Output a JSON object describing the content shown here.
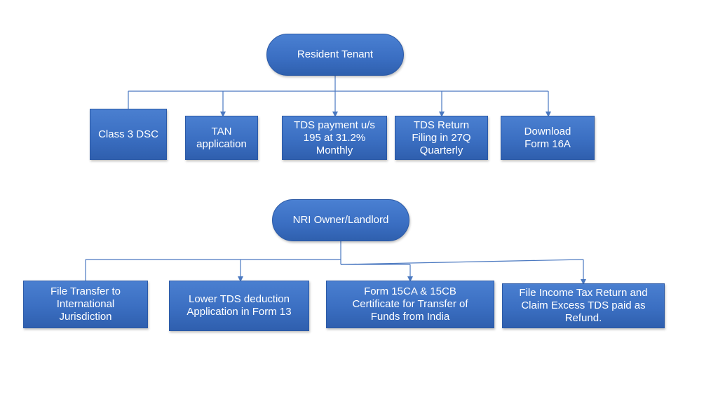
{
  "groups": [
    {
      "root": "Resident Tenant",
      "children": [
        "Class 3 DSC",
        "TAN\napplication",
        "TDS payment u/s\n195 at 31.2%\nMonthly",
        "TDS Return\nFiling in 27Q\nQuarterly",
        "Download\nForm 16A"
      ]
    },
    {
      "root": "NRI Owner/Landlord",
      "children": [
        "File Transfer to\nInternational\nJurisdiction",
        "Lower TDS deduction\nApplication in Form 13",
        "Form 15CA & 15CB\nCertificate for Transfer of\nFunds from India",
        "File Income Tax Return and\nClaim Excess TDS paid as\nRefund."
      ]
    }
  ],
  "colors": {
    "node_fill": "#3b6fc2",
    "connector": "#4a78c0",
    "text": "#ffffff"
  }
}
